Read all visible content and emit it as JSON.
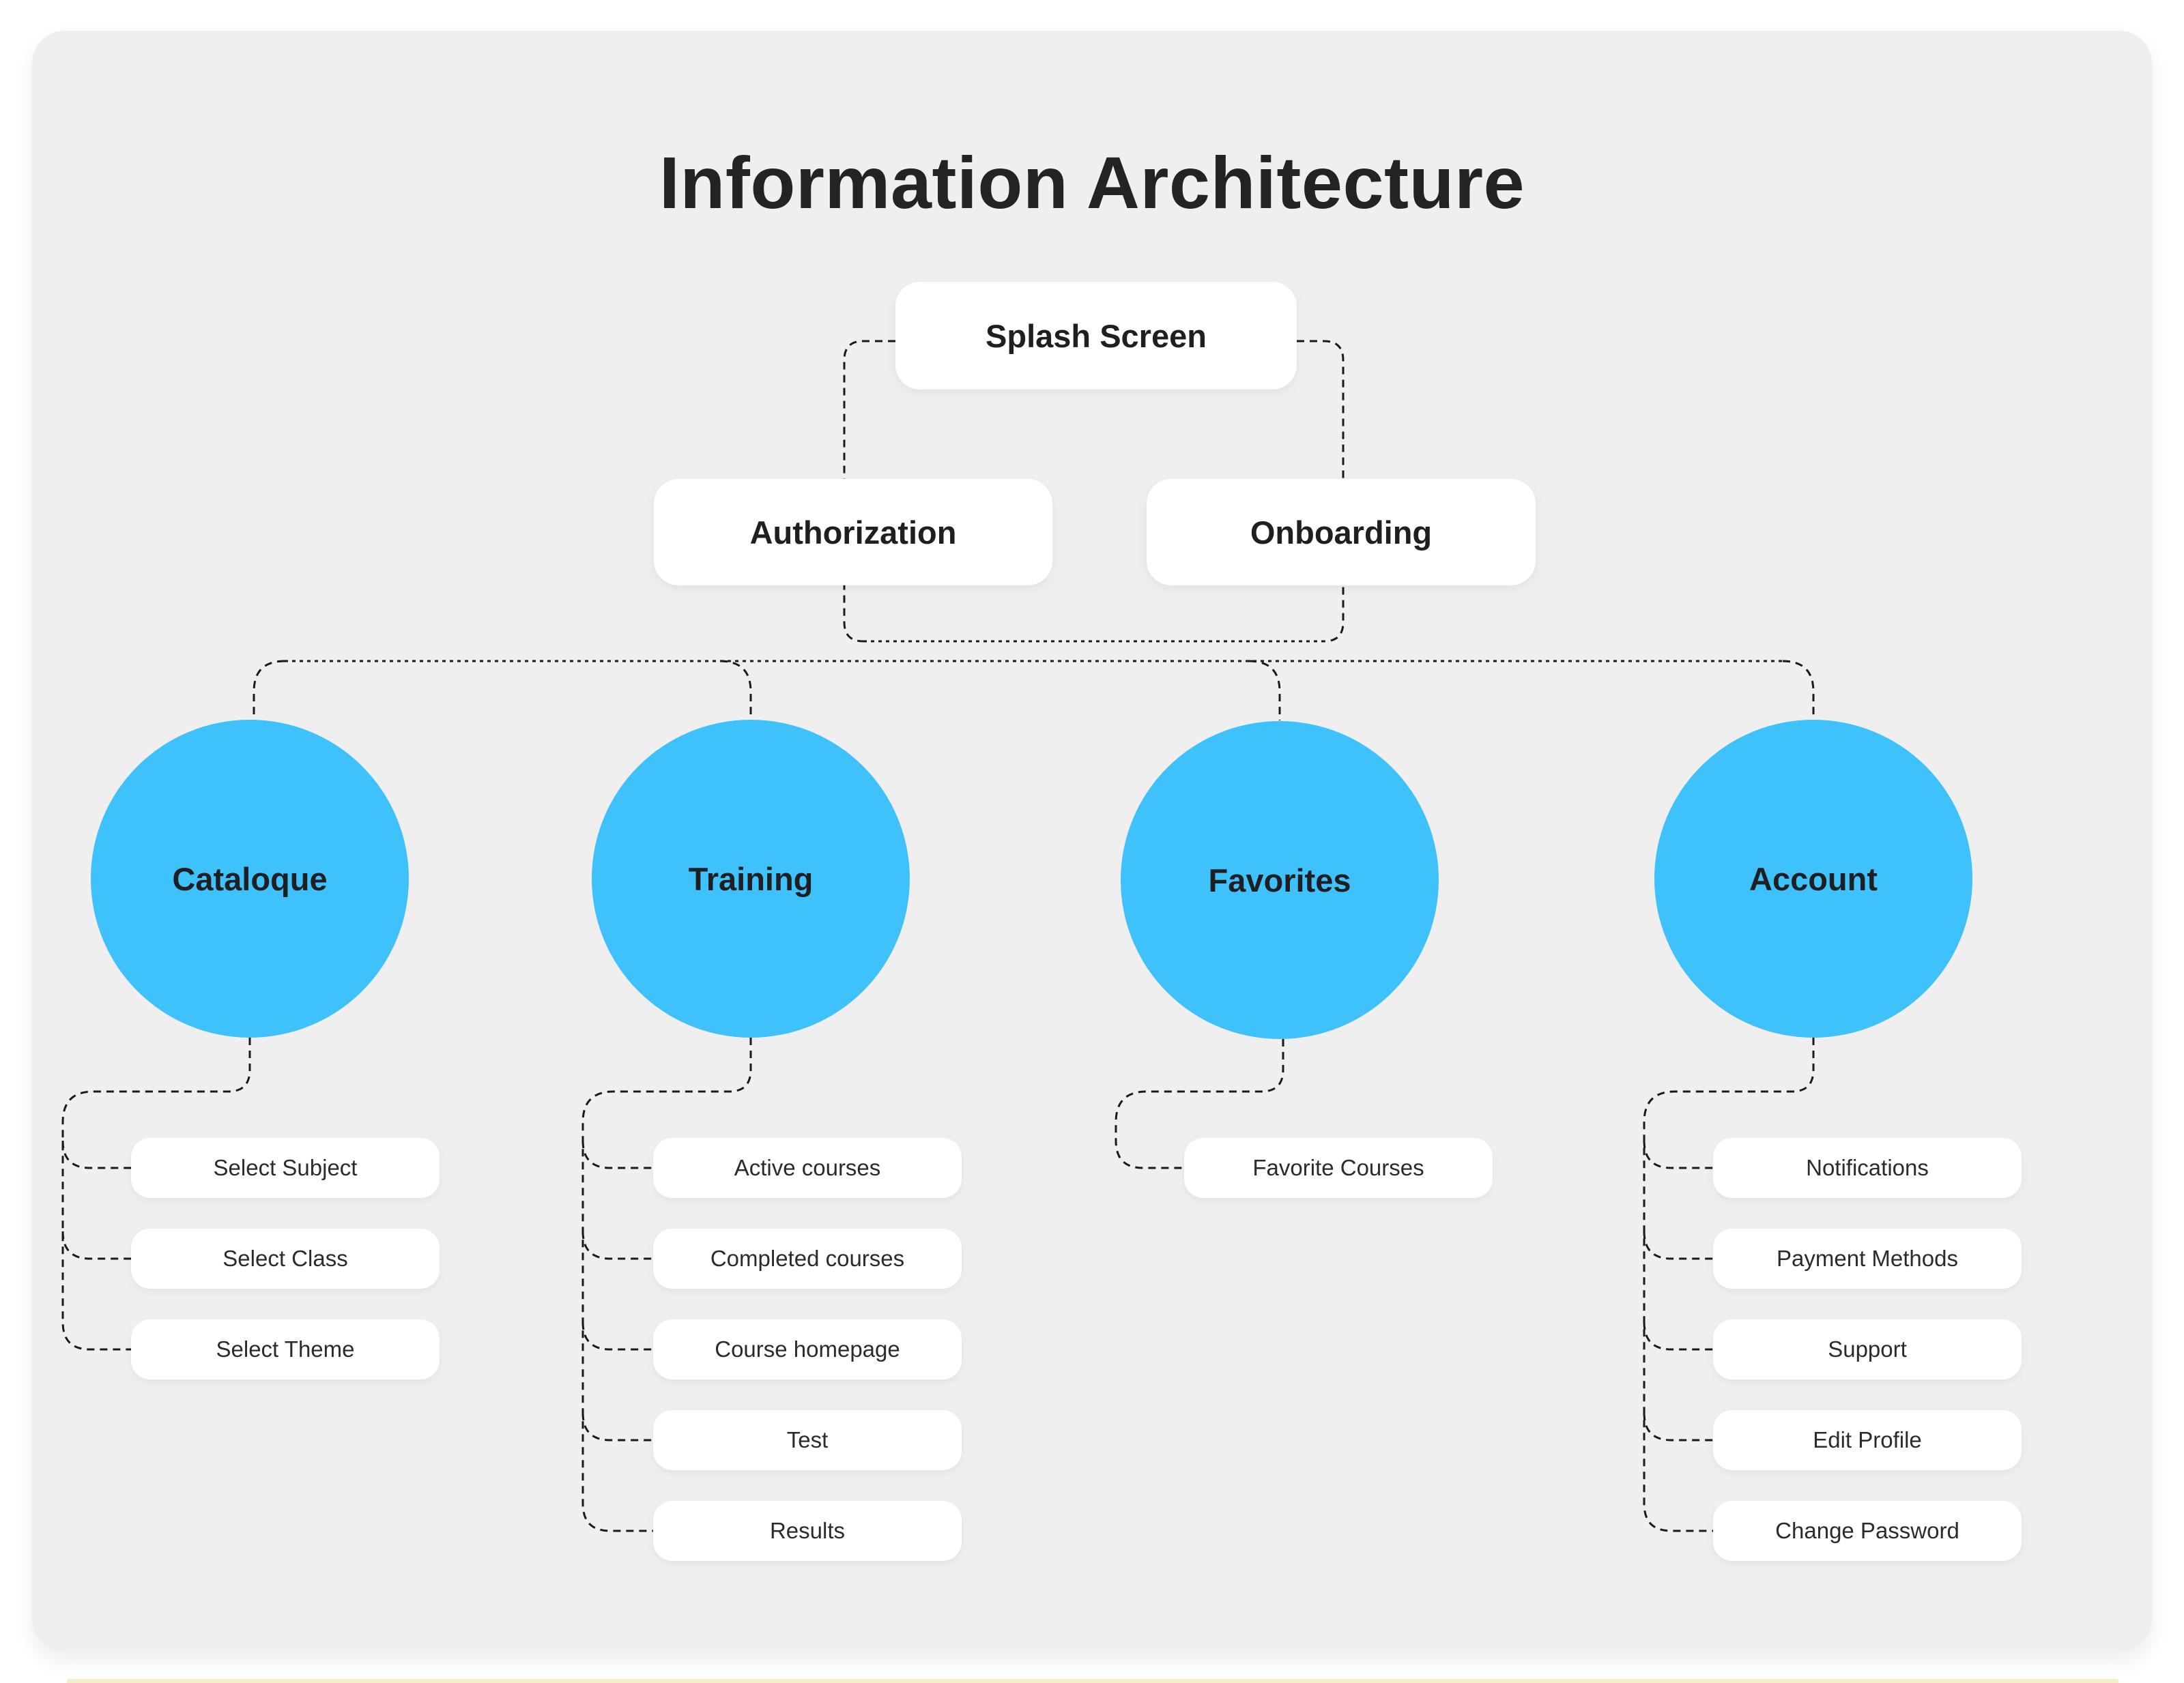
{
  "title": "Information Architecture",
  "colors": {
    "accent": "#3FC1FB",
    "panel": "#EFEFEF",
    "line": "#1A1A1A",
    "card": "#FFFFFF",
    "ink": "#202124",
    "accent-soft": "#F6EECB",
    "page": "#FFFFFF"
  },
  "tree": {
    "root": {
      "label": "Splash Screen"
    },
    "level2": [
      {
        "label": "Authorization"
      },
      {
        "label": "Onboarding"
      }
    ],
    "sections": [
      {
        "label": "Cataloque",
        "children": [
          "Select Subject",
          "Select Class",
          "Select Theme"
        ]
      },
      {
        "label": "Training",
        "children": [
          "Active courses",
          "Completed courses",
          "Course homepage",
          "Test",
          "Results"
        ]
      },
      {
        "label": "Favorites",
        "children": [
          "Favorite Courses"
        ]
      },
      {
        "label": "Account",
        "children": [
          "Notifications",
          "Payment Methods",
          "Support",
          "Edit Profile",
          "Change Password"
        ]
      }
    ]
  }
}
